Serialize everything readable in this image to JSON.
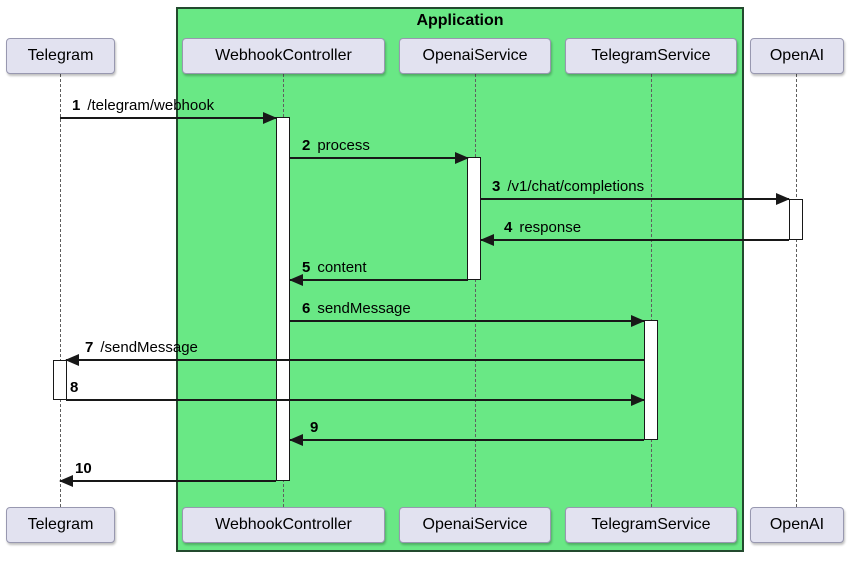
{
  "diagram": {
    "frame_title": "Application",
    "participants": [
      {
        "name": "Telegram"
      },
      {
        "name": "WebhookController"
      },
      {
        "name": "OpenaiService"
      },
      {
        "name": "TelegramService"
      },
      {
        "name": "OpenAI"
      }
    ],
    "messages": [
      {
        "num": "1",
        "text": "/telegram/webhook"
      },
      {
        "num": "2",
        "text": "process"
      },
      {
        "num": "3",
        "text": "/v1/chat/completions"
      },
      {
        "num": "4",
        "text": "response"
      },
      {
        "num": "5",
        "text": "content"
      },
      {
        "num": "6",
        "text": "sendMessage"
      },
      {
        "num": "7",
        "text": "/sendMessage"
      },
      {
        "num": "8",
        "text": ""
      },
      {
        "num": "9",
        "text": ""
      },
      {
        "num": "10",
        "text": ""
      }
    ],
    "colors": {
      "frame_fill": "#69e885",
      "frame_border": "#234a2e",
      "participant_fill": "#e2e2f0",
      "participant_border": "#9898b0",
      "arrow": "#181818",
      "lifeline": "#5f5f5f",
      "activation_fill": "#ffffff"
    }
  }
}
